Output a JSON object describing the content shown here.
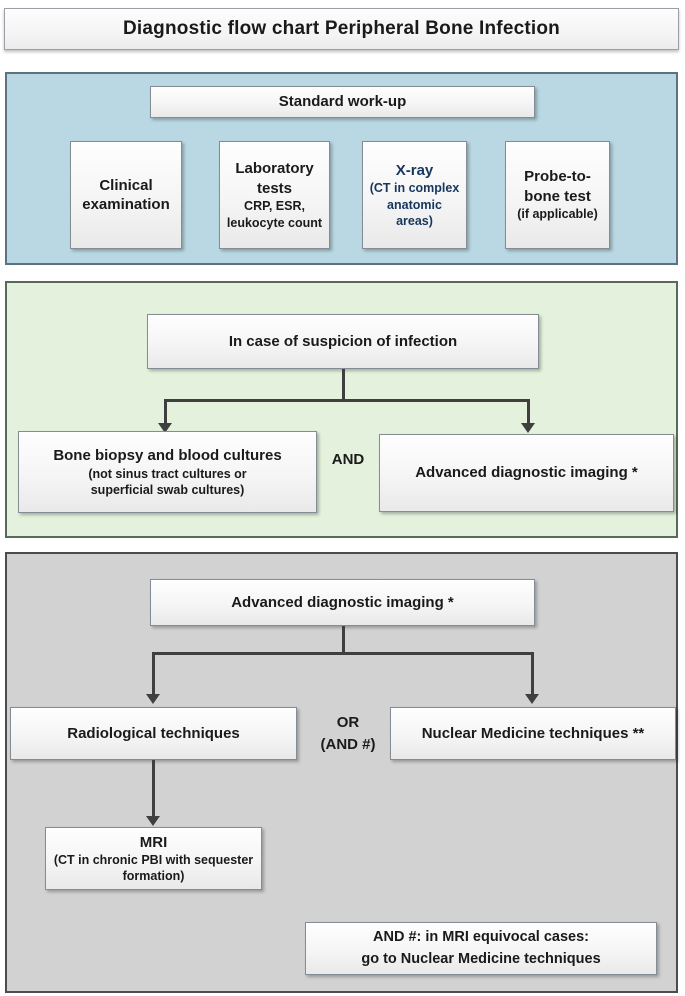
{
  "title": "Diagnostic flow chart Peripheral Bone Infection",
  "colors": {
    "workup_section_bg": "#b9d8e3",
    "suspicion_section_bg": "#e4f2dd",
    "imaging_section_bg": "#d2d2d2",
    "connector": "#3f3f3f",
    "xray_text": "#17365d"
  },
  "sections": {
    "workup": {
      "header": "Standard work-up",
      "boxes": [
        {
          "main": "Clinical examination"
        },
        {
          "main": "Laboratory tests",
          "sub": "CRP, ESR, leukocyte count"
        },
        {
          "main": "X-ray",
          "sub": "(CT in complex anatomic areas)"
        },
        {
          "main": "Probe-to-bone test",
          "sub": "(if applicable)"
        }
      ]
    },
    "suspicion": {
      "header": "In case of suspicion of infection",
      "left_box": {
        "main": "Bone biopsy and blood cultures",
        "sub": "(not sinus tract cultures or superficial swab cultures)"
      },
      "connector_label": "AND",
      "right_box": {
        "main": "Advanced diagnostic imaging *"
      }
    },
    "imaging": {
      "header": "Advanced diagnostic imaging *",
      "left_box": {
        "main": "Radiological techniques"
      },
      "connector_label_line1": "OR",
      "connector_label_line2": "(AND #)",
      "right_box": {
        "main": "Nuclear Medicine techniques **"
      },
      "mri_box": {
        "main": "MRI",
        "sub": "(CT in chronic PBI with sequester formation)"
      },
      "note_box": {
        "line1": "AND #: in MRI equivocal cases:",
        "line2": "go to Nuclear Medicine techniques"
      }
    }
  }
}
